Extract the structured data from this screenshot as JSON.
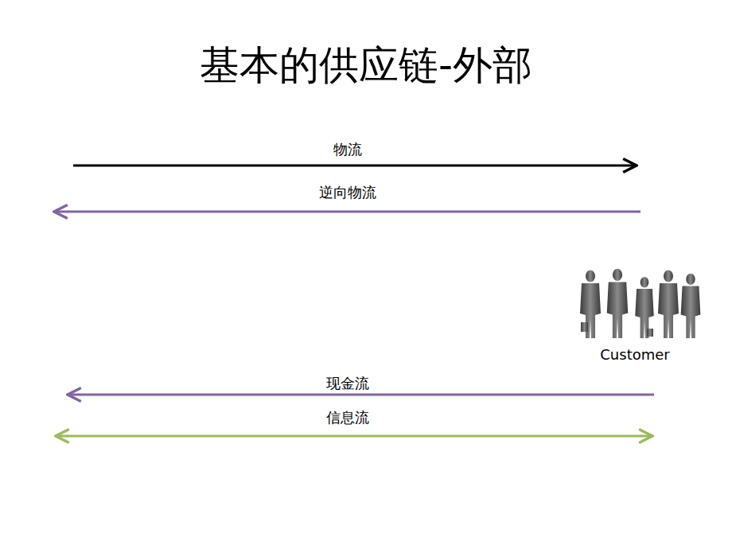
{
  "diagram": {
    "title": "基本的供应链-外部",
    "labels": [
      "物流",
      "逆向物流",
      "Customer",
      "现金流",
      "信息流"
    ]
  }
}
